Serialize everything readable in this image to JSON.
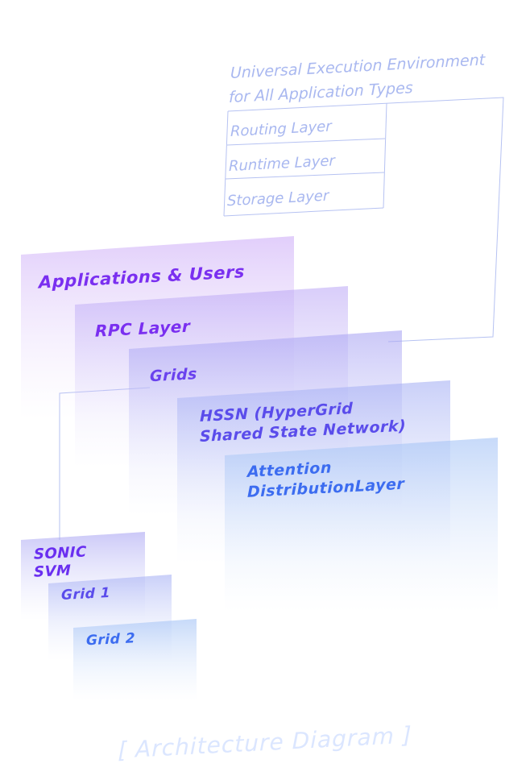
{
  "environment": {
    "title_line1": "Universal Execution Environment",
    "title_line2": "for All  Application Types",
    "layers": [
      "Routing Layer",
      "Runtime Layer",
      "Storage Layer"
    ]
  },
  "stack": {
    "applications": "Applications & Users",
    "rpc": "RPC Layer",
    "grids": "Grids",
    "hssn_line1": "HSSN (HyperGrid",
    "hssn_line2": "Shared State Network)",
    "attention_line1": "Attention",
    "attention_line2": "DistributionLayer"
  },
  "sub_stack": {
    "sonic_line1": "SONIC",
    "sonic_line2": "SVM",
    "grid1": "Grid 1",
    "grid2": "Grid 2"
  },
  "caption": "[ Architecture Diagram ]",
  "colors": {
    "purple": "#7a2ff0",
    "blue": "#3c6cf0",
    "outline": "#b6c2f2",
    "caption": "#dbe6ff"
  }
}
